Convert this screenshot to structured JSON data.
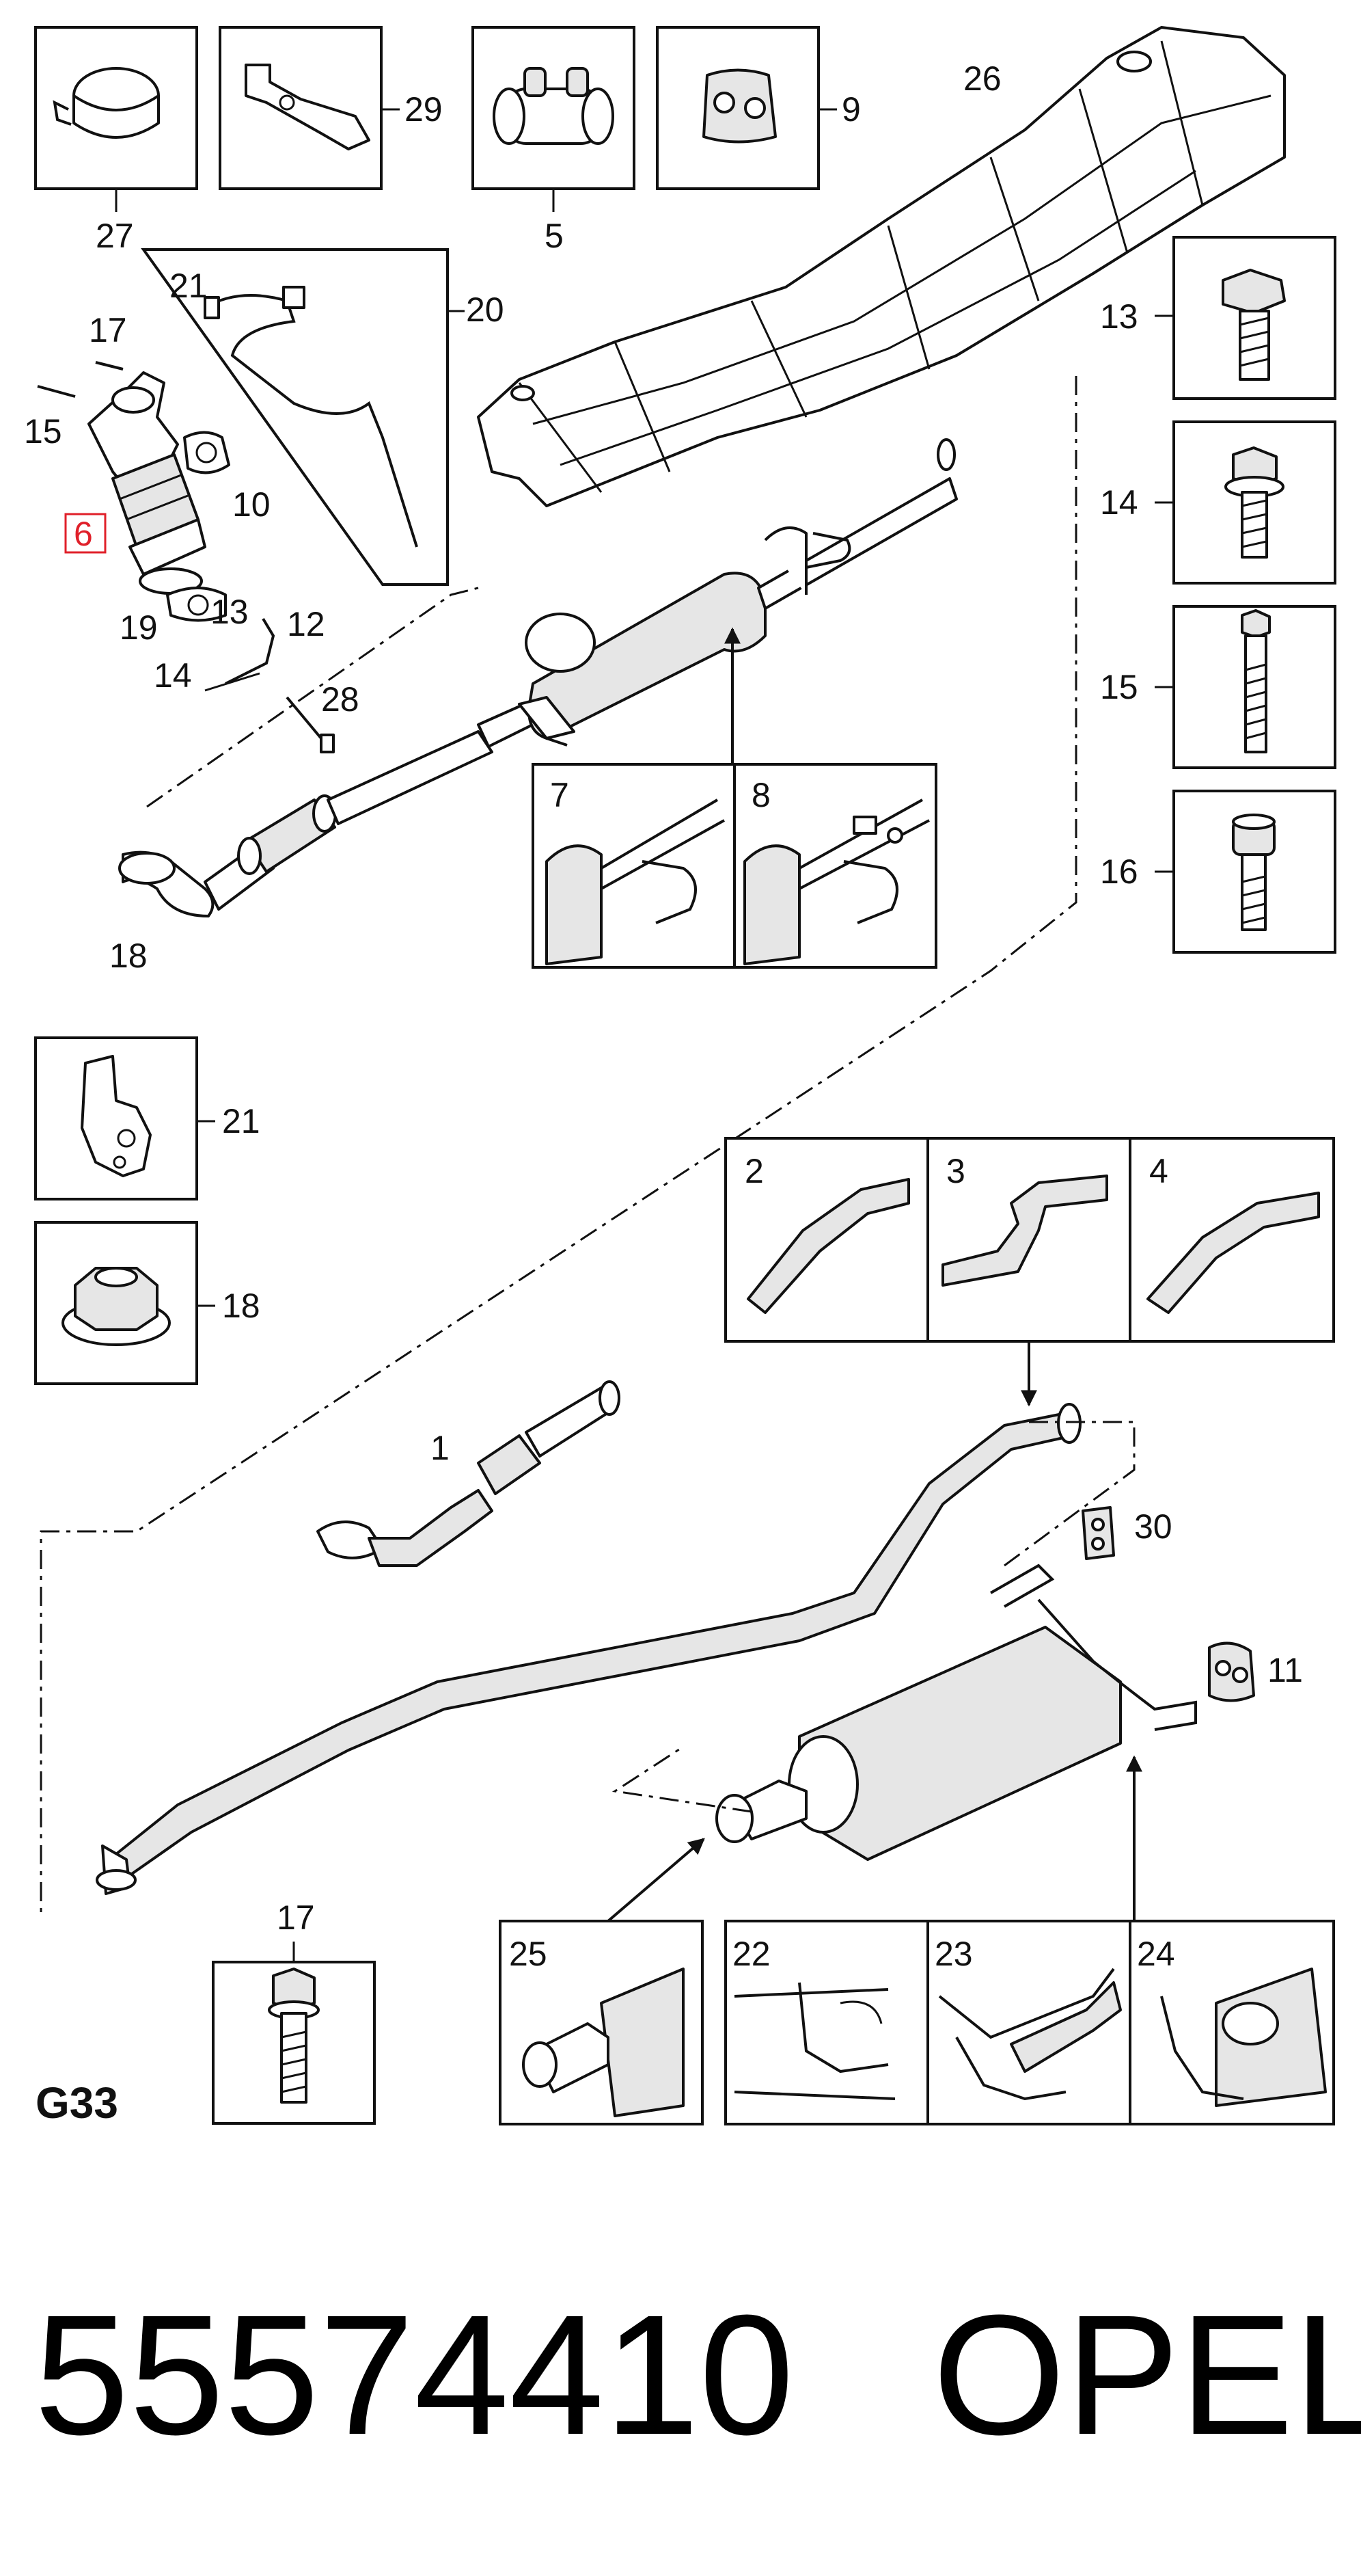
{
  "diagram": {
    "section_code": "G33",
    "part_number": "55574410",
    "brand": "OPEL",
    "highlight_color": "#e0202a",
    "callouts": {
      "c1": "1",
      "c2": "2",
      "c3": "3",
      "c4": "4",
      "c5": "5",
      "c6": "6",
      "c7": "7",
      "c8": "8",
      "c9": "9",
      "c10": "10",
      "c11": "11",
      "c12": "12",
      "c13": "13",
      "c14": "14",
      "c15": "15",
      "c16": "16",
      "c17": "17",
      "c18": "18",
      "c19": "19",
      "c20": "20",
      "c21": "21",
      "c22": "22",
      "c23": "23",
      "c24": "24",
      "c25": "25",
      "c26": "26",
      "c27": "27",
      "c28": "28",
      "c29": "29",
      "c30": "30"
    }
  }
}
